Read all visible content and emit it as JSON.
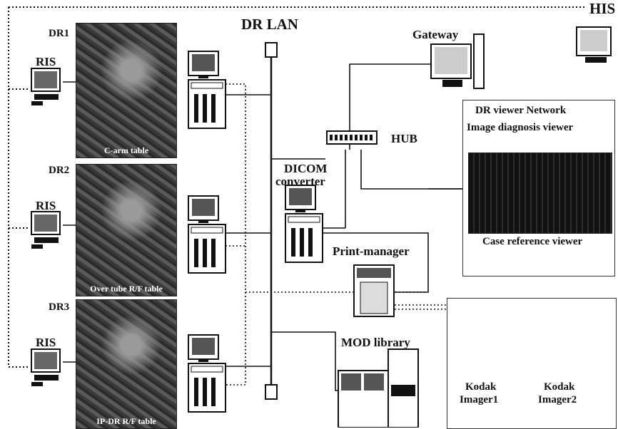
{
  "labels": {
    "dr_lan": "DR LAN",
    "his": "HIS",
    "gateway": "Gateway",
    "dr1": "DR1",
    "dr2": "DR2",
    "dr3": "DR3",
    "ris": "RIS",
    "hub": "HUB",
    "dicom_converter_line1": "DICOM",
    "dicom_converter_line2": "converter",
    "print_manager": "Print-manager",
    "mod_library": "MOD library",
    "dr_viewer_network": "DR viewer Network",
    "image_diagnosis_viewer": "Image diagnosis viewer",
    "case_reference_viewer": "Case reference viewer",
    "kodak": "Kodak",
    "imager1": "Imager1",
    "imager2": "Imager2"
  },
  "photos": {
    "dr1_caption": "C-arm table",
    "dr2_caption": "Over tube R/F table",
    "dr3_caption": "IP-DR R/F table"
  }
}
